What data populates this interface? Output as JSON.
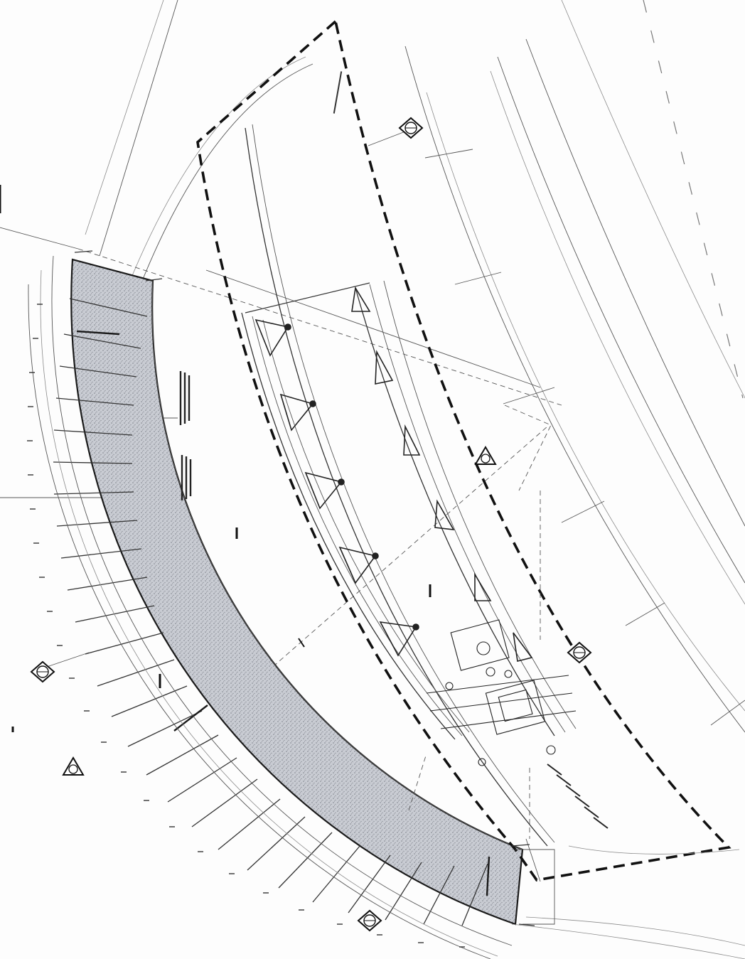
{
  "drawing": {
    "callouts": {
      "bleacher_note": "",
      "boundary_note": ""
    },
    "detail_markers": [
      {
        "id": "marker-top-right"
      },
      {
        "id": "marker-right"
      },
      {
        "id": "marker-mid"
      },
      {
        "id": "marker-left"
      },
      {
        "id": "marker-bottom"
      },
      {
        "id": "marker-lower-left"
      }
    ]
  }
}
